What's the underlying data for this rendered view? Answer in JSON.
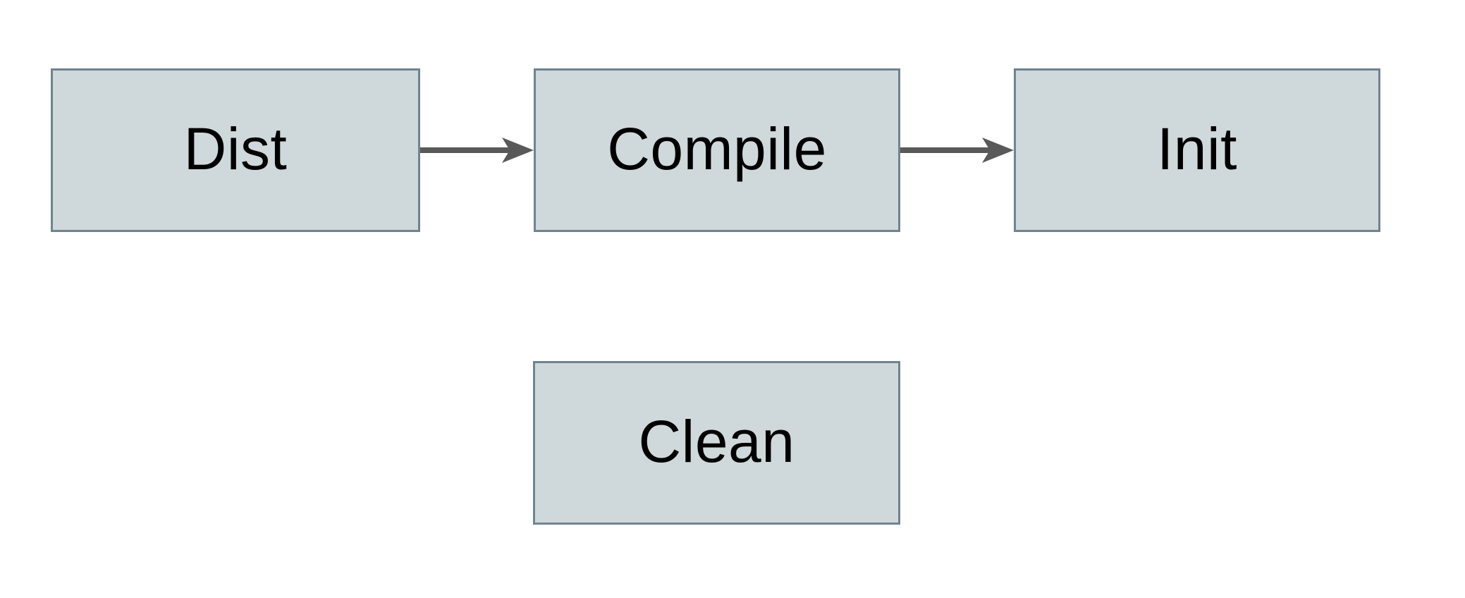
{
  "diagram": {
    "nodes": [
      {
        "id": "dist",
        "label": "Dist"
      },
      {
        "id": "compile",
        "label": "Compile"
      },
      {
        "id": "init",
        "label": "Init"
      },
      {
        "id": "clean",
        "label": "Clean"
      }
    ],
    "edges": [
      {
        "from": "Dist",
        "to": "Compile",
        "direction": "right"
      },
      {
        "from": "Compile",
        "to": "Init",
        "direction": "right"
      }
    ],
    "colors": {
      "background": "#ffffff",
      "node_fill": "#cfd8da",
      "node_border": "#6e8491",
      "arrow": "#595959",
      "text": "#000000"
    }
  }
}
